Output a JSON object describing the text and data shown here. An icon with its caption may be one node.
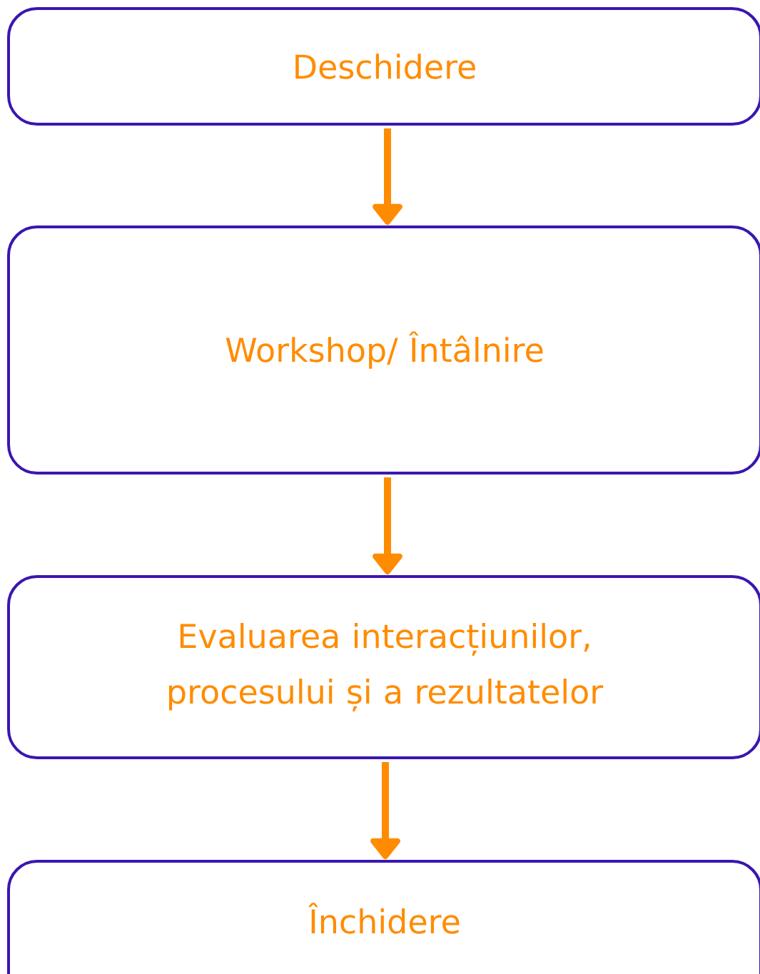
{
  "diagram": {
    "nodes": [
      {
        "text": [
          "Deschidere"
        ]
      },
      {
        "text": [
          "Workshop/ Întâlnire"
        ]
      },
      {
        "text": [
          "Evaluarea interacțiunilor, procesului și a rezultatelor"
        ]
      },
      {
        "text": [
          "Închidere"
        ]
      }
    ],
    "edges": [
      {
        "from": 0,
        "to": 1,
        "arrow": "to"
      },
      {
        "from": 1,
        "to": 2,
        "arrow": "to"
      },
      {
        "from": 2,
        "to": 3,
        "arrow": "to"
      }
    ]
  }
}
